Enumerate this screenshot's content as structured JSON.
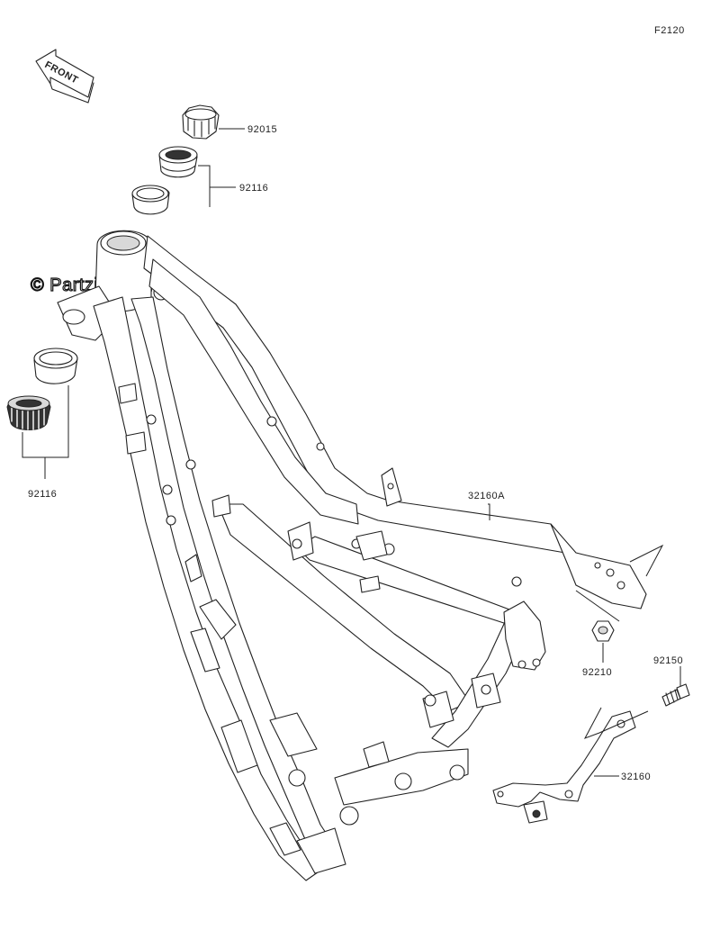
{
  "figure_code": "F2120",
  "watermark": "© Partzilla.com",
  "front_label": "FRONT",
  "callouts": {
    "nut_top": "92015",
    "bearing_upper": "92116",
    "bearing_lower": "92116",
    "frame": "32160A",
    "nut_rear": "92210",
    "bolt": "92150",
    "rear_bracket": "32160"
  }
}
